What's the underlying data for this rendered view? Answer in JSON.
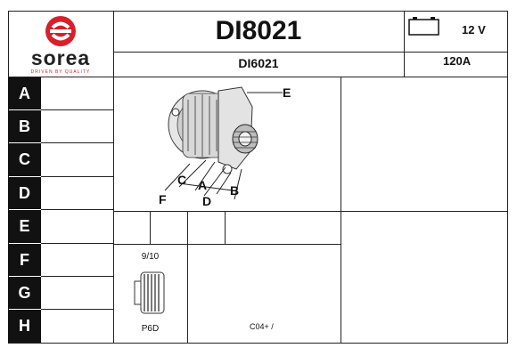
{
  "brand": {
    "name": "sorea",
    "tagline": "DRIVEN BY QUALITY",
    "color": "#d81f2a"
  },
  "header": {
    "part_number": "DI8021",
    "alt_part_number": "DI6021",
    "voltage": "12 V",
    "amperage": "120A"
  },
  "rows": [
    "A",
    "B",
    "C",
    "D",
    "E",
    "F",
    "G",
    "H"
  ],
  "diagram": {
    "labels": [
      "E",
      "C",
      "A",
      "B",
      "F",
      "D"
    ]
  },
  "pulley": {
    "grooves": "9/10",
    "type": "P6D"
  },
  "connector": {
    "code": "C04+ /"
  }
}
